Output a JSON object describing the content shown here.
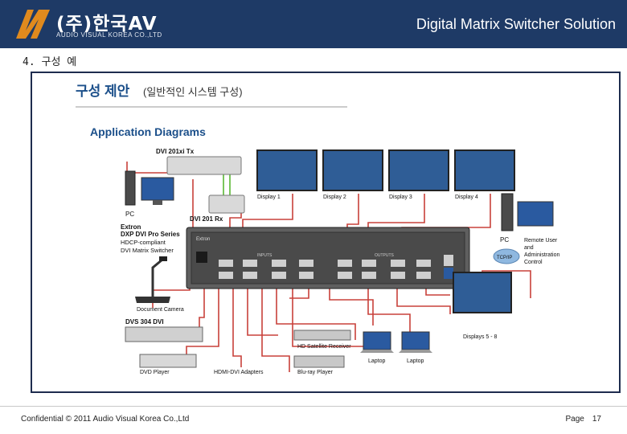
{
  "header": {
    "logo_text": "(주)한국AV",
    "logo_subtext": "AUDIO VISUAL KOREA CO.,LTD",
    "title": "Digital Matrix Switcher Solution",
    "colors": {
      "bar": "#1e3a66",
      "logo_mark": "#e08a1e"
    }
  },
  "section_heading": "4. 구성 예",
  "diagram": {
    "title_korean": "구성 제안",
    "title_korean_sub": "(일반적인 시스템 구성)",
    "subtitle": "Application Diagrams",
    "switcher": {
      "lines": [
        "Extron",
        "DXP DVI Pro Series",
        "HDCP-compliant",
        "DVI Matrix Switcher"
      ],
      "panel_label": "Extron",
      "inputs_label": "INPUTS",
      "outputs_label": "OUTPUTS"
    },
    "tx_label": "DVI 201xi Tx",
    "rx_label": "DVI 201 Rx",
    "pc_label": "PC",
    "displays": [
      "Display 1",
      "Display 2",
      "Display 3",
      "Display 4"
    ],
    "displays_5_8": "Displays 5 - 8",
    "document_camera": "Document Camera",
    "dvs_label": "DVS 304 DVI",
    "dvd_player": "DVD Player",
    "hdmi_adapters": "HDMI-DVI Adapters",
    "hd_satellite": "HD Satellite Receiver",
    "bluray": "Blu-ray Player",
    "laptops": [
      "Laptop",
      "Laptop"
    ],
    "control_pc": "PC",
    "tcpip": "TCP/IP",
    "remote_user": [
      "Remote User",
      "and",
      "Administration",
      "Control"
    ],
    "colors": {
      "cable": "#c8413a",
      "cable_green": "#6cbf4a",
      "title": "#1b4f8a",
      "frame": "#1e2c4e"
    }
  },
  "footer": {
    "left": "Confidential © 2011 Audio Visual Korea Co.,Ltd",
    "page_label": "Page",
    "page_number": "17"
  }
}
